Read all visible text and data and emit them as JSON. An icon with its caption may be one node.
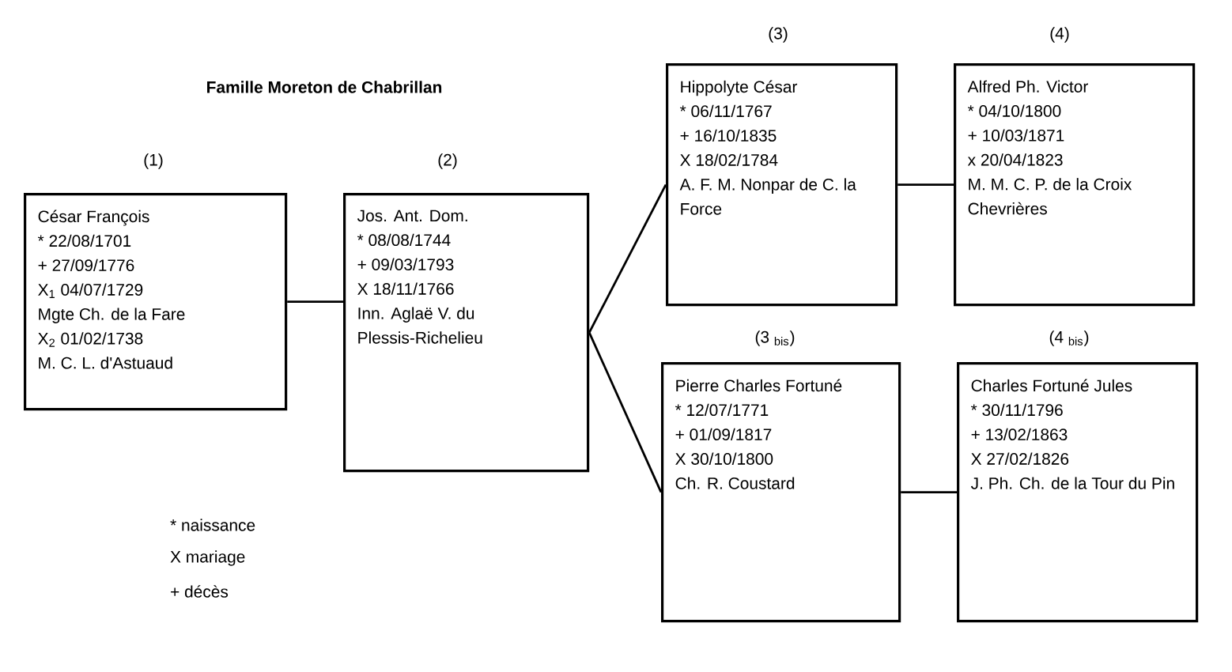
{
  "diagram": {
    "title": "Famille Moreton de Chabrillan",
    "nodes": [
      {
        "text": [
          "César François",
          "* 22/08/1701",
          "+ 27/09/1776",
          "X$_{1}$ 04/07/1729",
          "Mgte Ch. de la Fare",
          "X$_{2}$ 01/02/1738",
          "M. C. L. d'Astuaud"
        ],
        "beside": [
          "(1)"
        ]
      },
      {
        "text": [
          "Jos. Ant. Dom.",
          "* 08/08/1744",
          "+ 09/03/1793",
          "X 18/11/1766",
          "Inn. Aglaë V. du Plessis-Richelieu"
        ],
        "beside": [
          "(2)"
        ]
      },
      {
        "text": [
          "Hippolyte César",
          "* 06/11/1767",
          "+ 16/10/1835",
          "X 18/02/1784",
          "A. F. M. Nonpar de C. la Force"
        ],
        "beside": [
          "(3)"
        ]
      },
      {
        "text": [
          "Alfred Ph. Victor",
          "* 04/10/1800",
          "+ 10/03/1871",
          "x 20/04/1823",
          "M. M. C. P. de la Croix Chevrières"
        ],
        "beside": [
          "(4)"
        ]
      },
      {
        "text": [
          "Pierre Charles Fortuné",
          "* 12/07/1771",
          "+ 01/09/1817",
          "X 30/10/1800",
          "Ch. R. Coustard"
        ],
        "beside": [
          "(3 $_{bis}$)"
        ]
      },
      {
        "text": [
          "Charles Fortuné Jules",
          "* 30/11/1796",
          "+ 13/02/1863",
          "X 27/02/1826",
          "J. Ph. Ch. de la Tour du Pin"
        ],
        "beside": [
          "(4 $_{bis}$)"
        ]
      }
    ],
    "edges": [
      {
        "from": 0,
        "to": 1,
        "arrow": "none"
      },
      {
        "from": 1,
        "to": 2,
        "arrow": "none"
      },
      {
        "from": 1,
        "to": 4,
        "arrow": "none"
      },
      {
        "from": 2,
        "to": 3,
        "arrow": "none"
      },
      {
        "from": 4,
        "to": 5,
        "arrow": "none"
      }
    ],
    "labels": [
      "* naissance",
      "X mariage",
      "+ décès"
    ]
  }
}
